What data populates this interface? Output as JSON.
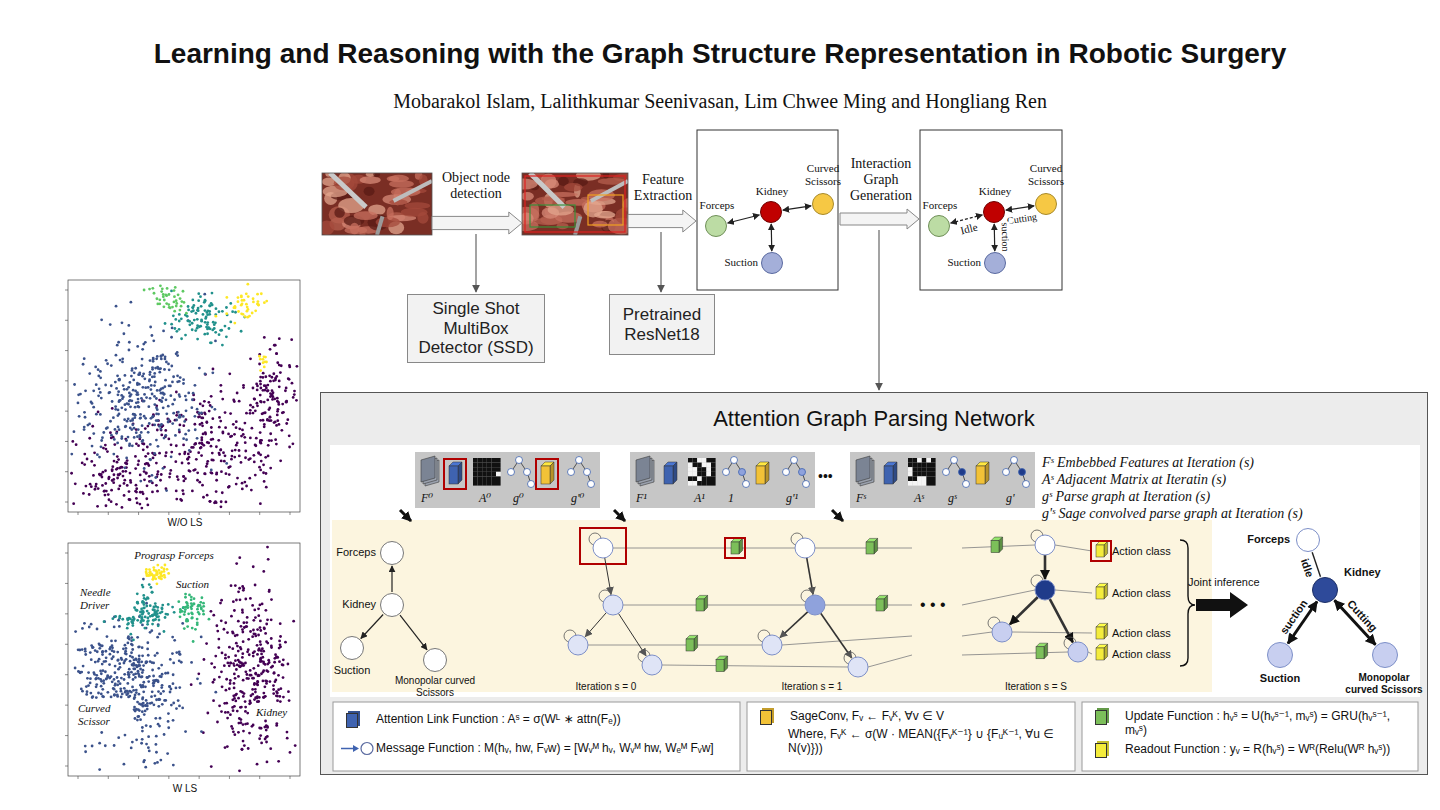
{
  "diagram": {
    "title": "Learning and Reasoning with the Graph Structure Representation in Robotic Surgery",
    "nodes": [
      {
        "text": [
          "Forceps"
        ]
      },
      {
        "text": [
          "Kidney"
        ]
      },
      {
        "text": [
          "Curved Scissors"
        ]
      },
      {
        "text": [
          "Suction"
        ]
      },
      {
        "text": [
          "Forceps"
        ]
      },
      {
        "text": [
          "Kidney"
        ]
      },
      {
        "text": [
          "Curved Scissors"
        ]
      },
      {
        "text": [
          "Suction"
        ]
      },
      {
        "text": [
          "Single Shot MultiBox Detector (SSD)"
        ]
      },
      {
        "text": [
          "Pretrained ResNet18"
        ]
      },
      {
        "text": [
          "Attention Graph Parsing Network"
        ]
      },
      {
        "text": [
          "Forceps"
        ],
        "in": 10
      },
      {
        "text": [
          "Kidney"
        ],
        "in": 10
      },
      {
        "text": [
          "Suction"
        ],
        "in": 10
      },
      {
        "text": [
          "Monopolar curved Scissors"
        ],
        "in": 10
      },
      {
        "text": [
          "Forceps"
        ],
        "in": 10
      },
      {
        "text": [
          "Kidney"
        ],
        "in": 10
      },
      {
        "text": [
          "Suction"
        ],
        "in": 10
      },
      {
        "text": [
          "Monopolar curved Scissors"
        ],
        "in": 10
      }
    ],
    "edges": [
      {
        "from": 1,
        "to": 0,
        "arrow": "both"
      },
      {
        "from": 1,
        "to": 2,
        "arrow": "both"
      },
      {
        "from": 1,
        "to": 3,
        "arrow": "both"
      },
      {
        "from": 5,
        "to": 4,
        "label": "Idle",
        "arrow": "both"
      },
      {
        "from": 5,
        "to": 6,
        "label": "Cutting",
        "arrow": "both"
      },
      {
        "from": 5,
        "to": 7,
        "label": "suction",
        "arrow": "both"
      },
      {
        "from": 12,
        "to": 11,
        "arrow": "to"
      },
      {
        "from": 12,
        "to": 13,
        "arrow": "to"
      },
      {
        "from": 12,
        "to": 14,
        "arrow": "to"
      },
      {
        "from": 16,
        "to": 15,
        "label": "idle",
        "arrow": "none"
      },
      {
        "from": 16,
        "to": 17,
        "label": "suction",
        "arrow": "both"
      },
      {
        "from": 16,
        "to": 18,
        "label": "Cutting",
        "arrow": "both"
      }
    ],
    "labels": [
      "Mobarakol Islam, Lalithkumar Seenivasan, Lim Chwee Ming and Hongliang Ren",
      "Object node detection",
      "Feature Extraction",
      "Interaction Graph Generation",
      "W/O LS",
      "Prograsp Forceps",
      "Needle Driver",
      "Suction",
      "Curved Scissor",
      "Kidney",
      "W LS",
      "F⁰",
      "A⁰",
      "g⁰",
      "g'⁰",
      "F¹",
      "A¹",
      "1",
      "g'¹",
      "•••",
      "Fˢ",
      "Aˢ",
      "gˢ",
      "g'",
      "Fˢ Embebbed Features at Iteration (s)",
      "Aˢ Adjacent Matrix at Iteratin (s)",
      "gˢ Parse graph at Iteration (s)",
      "g'ˢ Sage convolved parse graph at Iteration (s)",
      "Iteration s = 0",
      "Iteration s = 1",
      "• • •",
      "Iteration s = S",
      "Action class",
      "Action class",
      "Action class",
      "Action class",
      "Joint inference",
      "Where, Fᵥᴷ ← σ(W · MEAN({Fᵥᴷ⁻¹} ∪ {Fᵤᴷ⁻¹, ∀u ∈ N(v)}))"
    ],
    "legend": [
      {
        "text": "Attention Link Function : Aˢ = σ(Wᴸ ∗ attn(Fₑ))",
        "color": "#3f63b0"
      },
      {
        "text": "Message Function : M(hᵥ, hw, Fᵥw) = [Wᵥᴹ hᵥ, Wᵥᴹ hw, Wₑᴹ Fᵥw]"
      },
      {
        "text": "SageConv, Fᵥ ← Fᵥᴷ, ∀v ∈ V",
        "color": "#f2c237"
      },
      {
        "text": "Update Function : hᵥˢ = U(hᵥˢ⁻¹, mᵥˢ) = GRU(hᵥˢ⁻¹, mᵥˢ)",
        "color": "#7cbf5a"
      },
      {
        "text": "Readout Function : yᵥ = R(hᵥˢ) = Wᴿ(Relu(Wᴿ hᵥˢ))",
        "color": "#f4ec3c"
      }
    ]
  }
}
